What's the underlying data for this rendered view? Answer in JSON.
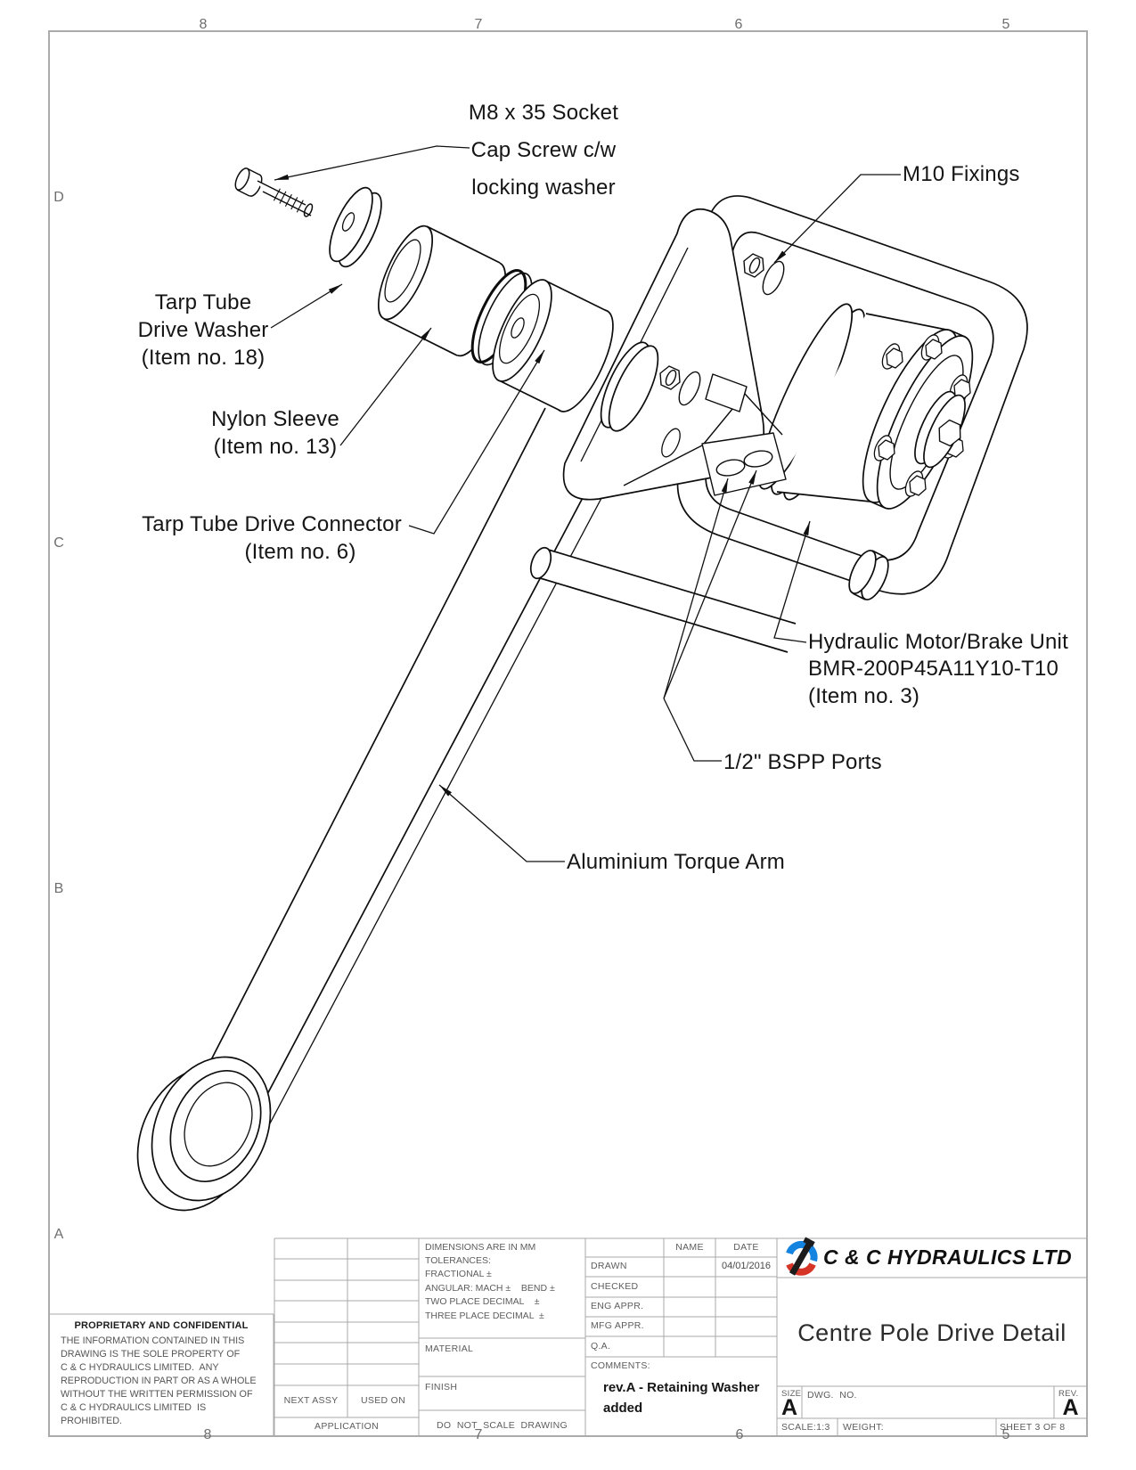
{
  "drawing": {
    "callouts": {
      "screw": {
        "lines": [
          "M8 x 35 Socket",
          "Cap Screw c/w",
          "locking washer"
        ]
      },
      "fixings": {
        "label": "M10 Fixings"
      },
      "washer": {
        "lines": [
          "Tarp Tube",
          "Drive Washer",
          "(Item no. 18)"
        ]
      },
      "sleeve": {
        "lines": [
          "Nylon Sleeve",
          "(Item no. 13)"
        ]
      },
      "connector": {
        "lines": [
          "Tarp Tube Drive Connector",
          "(Item no. 6)"
        ]
      },
      "motor": {
        "lines": [
          "Hydraulic Motor/Brake Unit",
          "BMR-200P45A11Y10-T10",
          "(Item no. 3)"
        ]
      },
      "ports": {
        "label": "1/2\" BSPP Ports"
      },
      "arm": {
        "label": "Aluminium Torque Arm"
      }
    },
    "zones": {
      "top": [
        "8",
        "7",
        "6",
        "5"
      ],
      "bottom": [
        "8",
        "7",
        "6",
        "5"
      ],
      "left": [
        "D",
        "C",
        "B",
        "A"
      ]
    }
  },
  "title_block": {
    "tolerance_note": {
      "lines": [
        "DIMENSIONS ARE IN MM",
        "TOLERANCES:",
        "FRACTIONAL ±",
        "ANGULAR: MACH ±    BEND ±",
        "TWO PLACE DECIMAL    ±",
        "THREE PLACE DECIMAL  ±"
      ]
    },
    "material_label": "MATERIAL",
    "finish_label": "FINISH",
    "do_not_scale": "DO  NOT  SCALE  DRAWING",
    "application": {
      "next_assy": "NEXT ASSY",
      "used_on": "USED ON",
      "application_label": "APPLICATION"
    },
    "approvals": {
      "name_header": "NAME",
      "date_header": "DATE",
      "rows": [
        {
          "label": "DRAWN",
          "name": "",
          "date": "04/01/2016"
        },
        {
          "label": "CHECKED",
          "name": "",
          "date": ""
        },
        {
          "label": "ENG APPR.",
          "name": "",
          "date": ""
        },
        {
          "label": "MFG APPR.",
          "name": "",
          "date": ""
        },
        {
          "label": "Q.A.",
          "name": "",
          "date": ""
        }
      ]
    },
    "comments": {
      "label": "COMMENTS:",
      "lines": [
        "rev.A - Retaining Washer",
        "added"
      ]
    },
    "company": "C & C HYDRAULICS LTD",
    "logo_colors": {
      "blue": "#1583e0",
      "red": "#d63426",
      "black": "#1c1c1c"
    },
    "drawing_title": "Centre Pole Drive Detail",
    "size_label": "SIZE",
    "size_value": "A",
    "dwg_no_label": "DWG.  NO.",
    "rev_label": "REV.",
    "rev_value": "A",
    "scale": "SCALE:1:3",
    "weight_label": "WEIGHT:",
    "sheet": "SHEET 3 OF 8",
    "proprietary": {
      "heading": "PROPRIETARY AND CONFIDENTIAL",
      "lines": [
        "THE INFORMATION CONTAINED IN THIS",
        "DRAWING IS THE SOLE PROPERTY OF",
        "C & C HYDRAULICS LIMITED.  ANY",
        "REPRODUCTION IN PART OR AS A WHOLE",
        "WITHOUT THE WRITTEN PERMISSION OF",
        "C & C HYDRAULICS LIMITED  IS",
        "PROHIBITED."
      ]
    }
  }
}
